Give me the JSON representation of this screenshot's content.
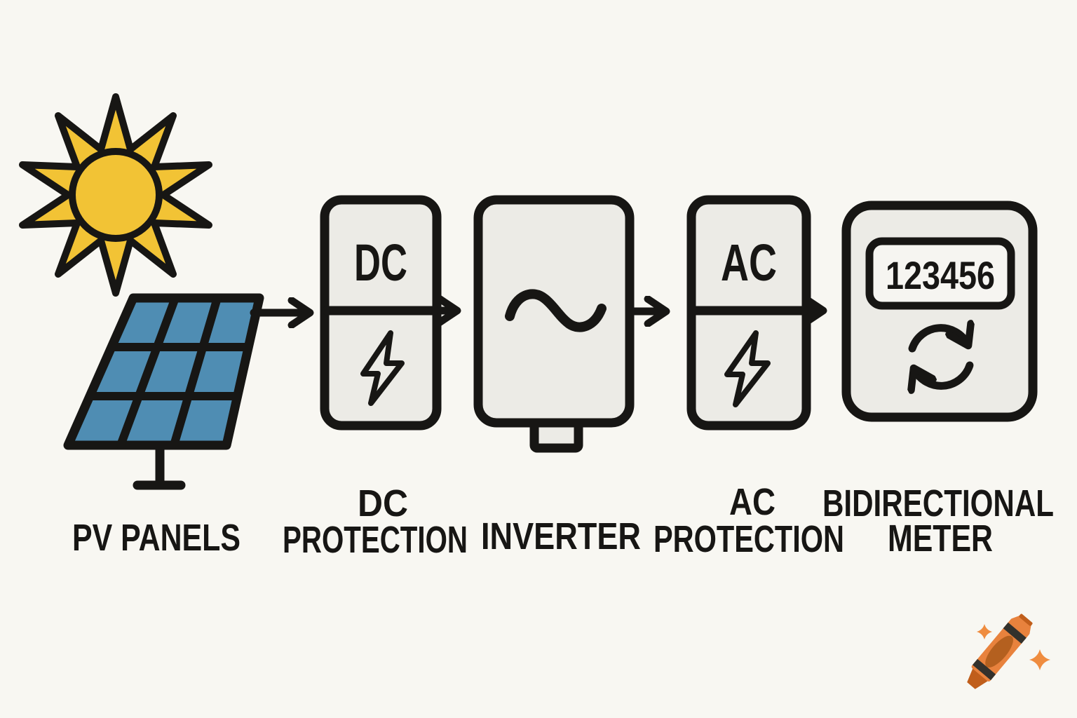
{
  "colors": {
    "background": "#F8F7F2",
    "box_fill": "#ECEBE6",
    "display_fill": "#F6F5F1",
    "ink": "#171614",
    "sun_yellow": "#F2C335",
    "panel_blue": "#4F8DB3",
    "crayon_orange": "#E8823D",
    "crayon_dark": "#B4601F",
    "crayon_tip": "#C05E1B",
    "crayon_stripe": "#33312C",
    "sparkle_orange": "#EF8C3F"
  },
  "diagram": {
    "pv_panels": {
      "label": "PV PANELS"
    },
    "dc_protection": {
      "box_label": "DC",
      "label_line1": "DC",
      "label_line2": "PROTECTION"
    },
    "inverter": {
      "label": "INVERTER"
    },
    "ac_protection": {
      "box_label": "AC",
      "label_line1": "AC",
      "label_line2": "PROTECTION"
    },
    "meter": {
      "display_value": "123456",
      "label_line1": "BIDIRECTIONAL",
      "label_line2": "METER"
    },
    "flow_order": [
      "PV PANELS",
      "DC PROTECTION",
      "INVERTER",
      "AC PROTECTION",
      "BIDIRECTIONAL METER"
    ]
  }
}
